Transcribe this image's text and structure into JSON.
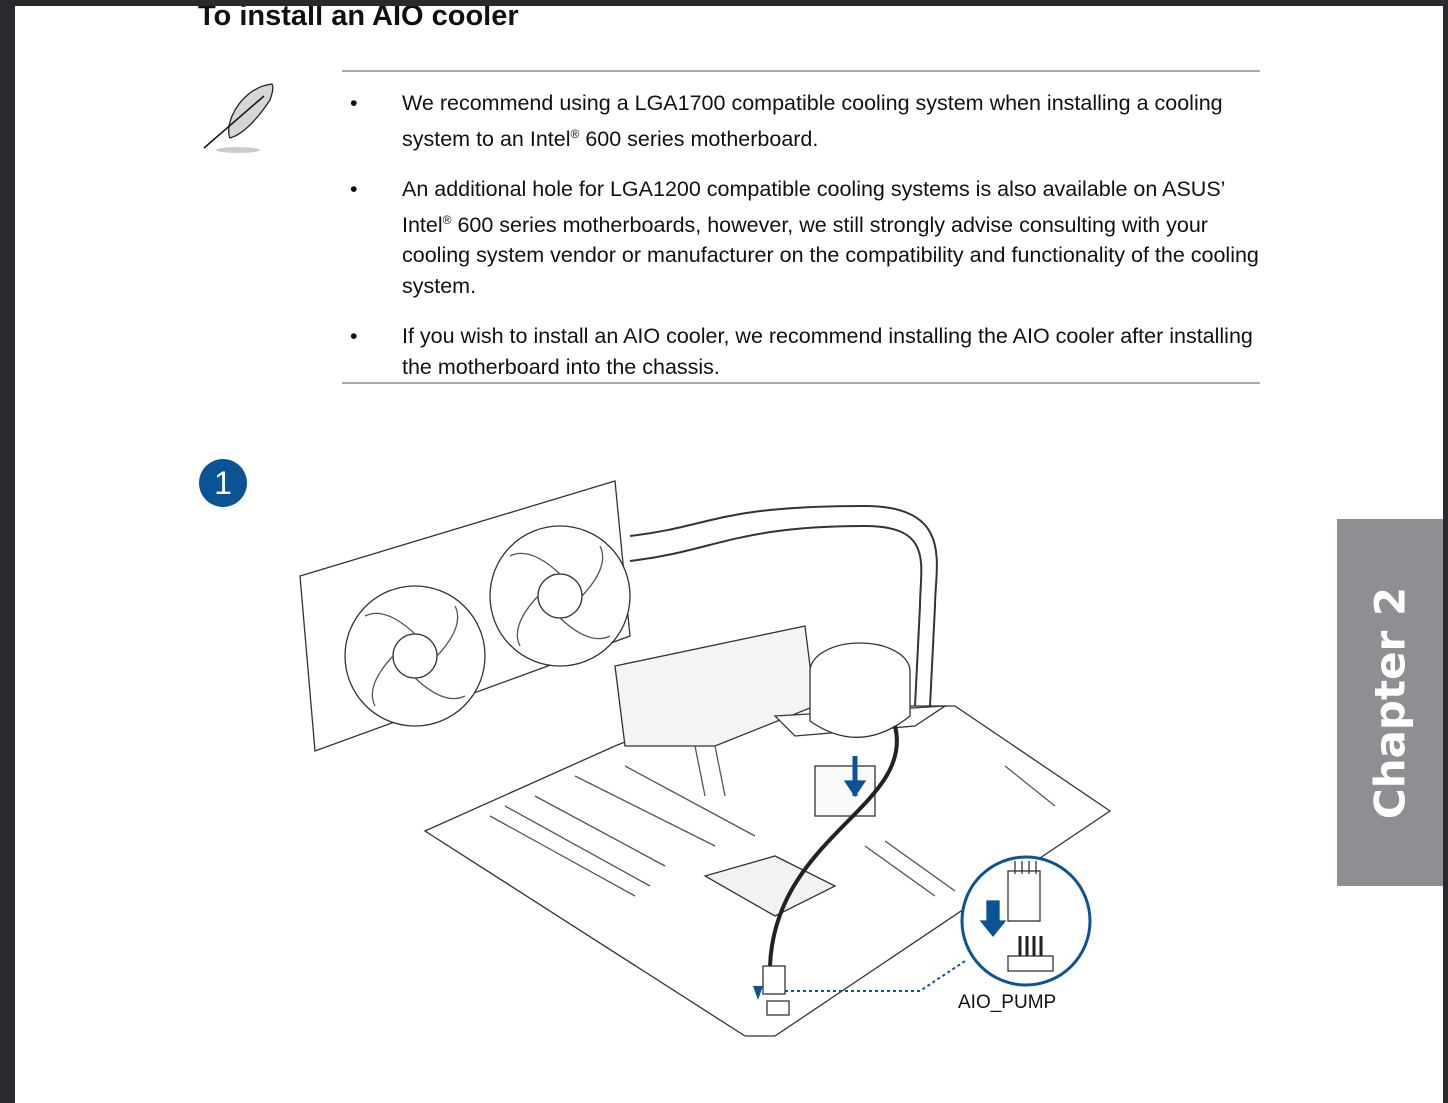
{
  "section_title": "To install an AIO cooler",
  "notes": [
    {
      "text_a": "We recommend using a LGA1700 compatible cooling system when installing a cooling system to an Intel",
      "reg": "®",
      "text_b": " 600 series motherboard."
    },
    {
      "text_a": "An additional hole for LGA1200 compatible cooling systems is also available on ASUS’ Intel",
      "reg": "®",
      "text_b": " 600 series motherboards, however, we still strongly advise consulting with your cooling system vendor or manufacturer on the compatibility and functionality of the cooling system."
    },
    {
      "text_a": "If you wish to install an AIO cooler, we recommend installing the AIO cooler after installing the motherboard into the chassis.",
      "reg": "",
      "text_b": ""
    }
  ],
  "bullet": "•",
  "step_number": "1",
  "header_label": "AIO_PUMP",
  "chapter_tab": "Chapter 2",
  "colors": {
    "accent": "#0b5394",
    "tab": "#8e8f93"
  }
}
